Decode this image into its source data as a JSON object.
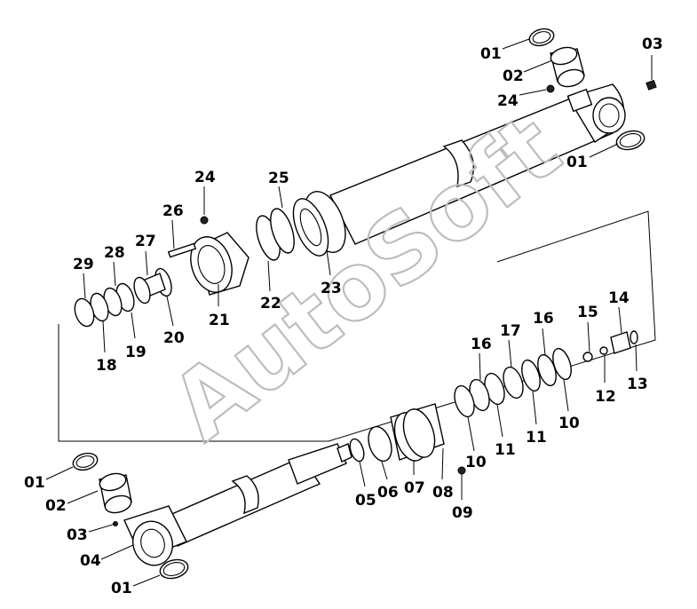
{
  "watermark": "AutoSoft",
  "labels": [
    {
      "id": "l01a",
      "text": "01"
    },
    {
      "id": "l02a",
      "text": "02"
    },
    {
      "id": "l03a",
      "text": "03"
    },
    {
      "id": "l24a",
      "text": "24"
    },
    {
      "id": "l01b",
      "text": "01"
    },
    {
      "id": "l24b",
      "text": "24"
    },
    {
      "id": "l25",
      "text": "25"
    },
    {
      "id": "l26",
      "text": "26"
    },
    {
      "id": "l27",
      "text": "27"
    },
    {
      "id": "l28",
      "text": "28"
    },
    {
      "id": "l29",
      "text": "29"
    },
    {
      "id": "l18",
      "text": "18"
    },
    {
      "id": "l19",
      "text": "19"
    },
    {
      "id": "l20",
      "text": "20"
    },
    {
      "id": "l21",
      "text": "21"
    },
    {
      "id": "l22",
      "text": "22"
    },
    {
      "id": "l23",
      "text": "23"
    },
    {
      "id": "l15",
      "text": "15"
    },
    {
      "id": "l14",
      "text": "14"
    },
    {
      "id": "l16a",
      "text": "16"
    },
    {
      "id": "l17",
      "text": "17"
    },
    {
      "id": "l16b",
      "text": "16"
    },
    {
      "id": "l12",
      "text": "12"
    },
    {
      "id": "l13",
      "text": "13"
    },
    {
      "id": "l10a",
      "text": "10"
    },
    {
      "id": "l11a",
      "text": "11"
    },
    {
      "id": "l11b",
      "text": "11"
    },
    {
      "id": "l10b",
      "text": "10"
    },
    {
      "id": "l05",
      "text": "05"
    },
    {
      "id": "l06",
      "text": "06"
    },
    {
      "id": "l07",
      "text": "07"
    },
    {
      "id": "l08",
      "text": "08"
    },
    {
      "id": "l09",
      "text": "09"
    },
    {
      "id": "l01c",
      "text": "01"
    },
    {
      "id": "l02b",
      "text": "02"
    },
    {
      "id": "l03b",
      "text": "03"
    },
    {
      "id": "l04",
      "text": "04"
    },
    {
      "id": "l01d",
      "text": "01"
    }
  ]
}
